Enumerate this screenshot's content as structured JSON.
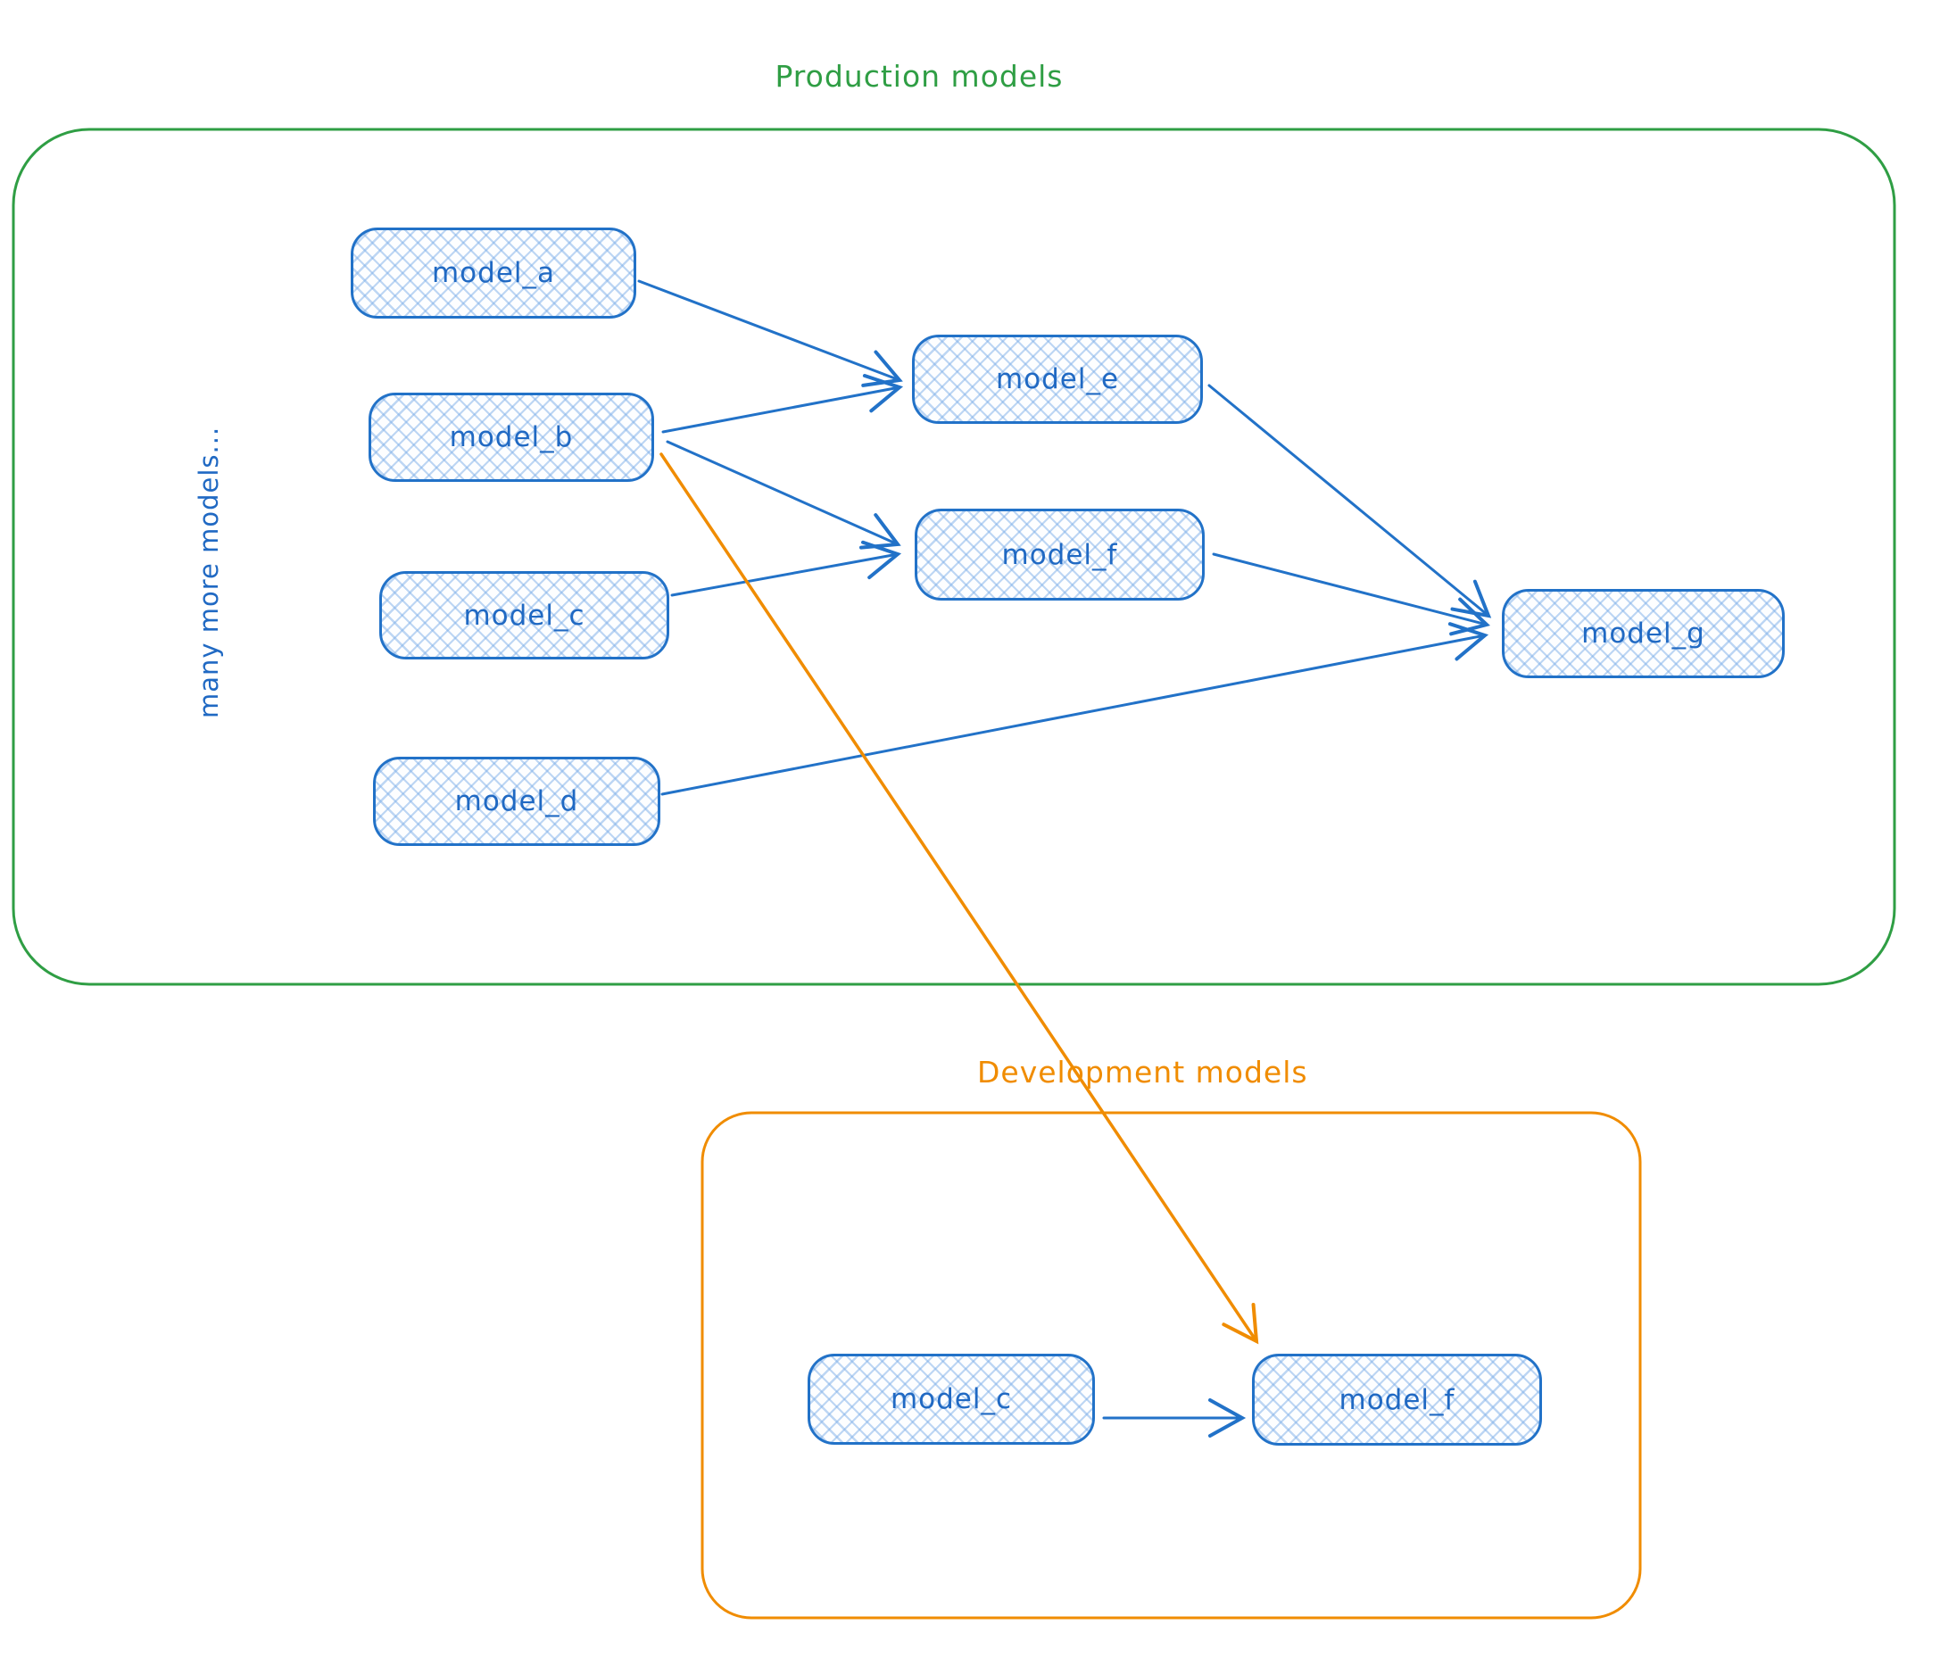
{
  "labels": {
    "production": "Production models",
    "development": "Development models",
    "side_note": "many more models..."
  },
  "nodes": {
    "model_a": {
      "label": "model_a"
    },
    "model_b": {
      "label": "model_b"
    },
    "model_c": {
      "label": "model_c"
    },
    "model_d": {
      "label": "model_d"
    },
    "model_e": {
      "label": "model_e"
    },
    "model_f": {
      "label": "model_f"
    },
    "model_g": {
      "label": "model_g"
    },
    "dev_model_c": {
      "label": "model_c"
    },
    "dev_model_f": {
      "label": "model_f"
    }
  },
  "edges": [
    {
      "from": "model_a",
      "to": "model_e",
      "color": "blue"
    },
    {
      "from": "model_b",
      "to": "model_e",
      "color": "blue"
    },
    {
      "from": "model_b",
      "to": "model_f",
      "color": "blue"
    },
    {
      "from": "model_c",
      "to": "model_f",
      "color": "blue"
    },
    {
      "from": "model_e",
      "to": "model_g",
      "color": "blue"
    },
    {
      "from": "model_f",
      "to": "model_g",
      "color": "blue"
    },
    {
      "from": "model_d",
      "to": "model_g",
      "color": "blue"
    },
    {
      "from": "model_b",
      "to": "dev_model_f",
      "color": "orange"
    },
    {
      "from": "dev_model_c",
      "to": "dev_model_f",
      "color": "blue"
    }
  ],
  "colors": {
    "node_stroke": "#2272c8",
    "node_hatch": "#7dafe8",
    "production_border": "#2f9e44",
    "development_border": "#f08c00",
    "arrow_blue": "#2272c8",
    "arrow_orange": "#f08c00"
  }
}
